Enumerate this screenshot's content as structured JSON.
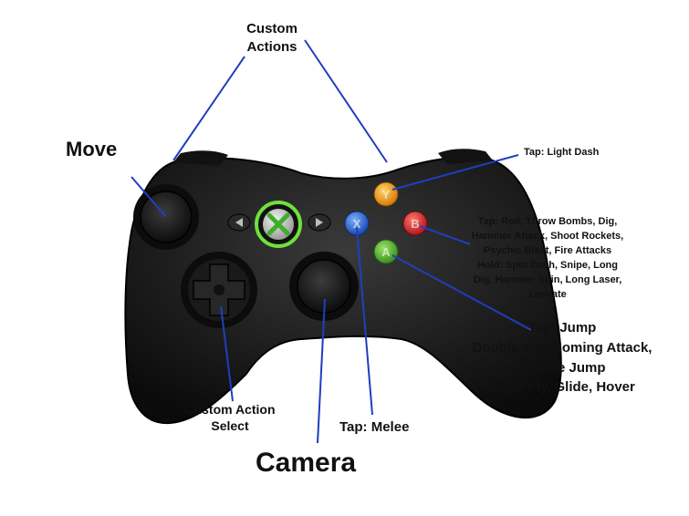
{
  "labels": {
    "custom_actions": [
      "Custom",
      "Actions"
    ],
    "move": "Move",
    "light_dash": "Tap: Light Dash",
    "b_button": [
      "Tap: Roll, Throw Bombs, Dig,",
      "Hammer Attack, Shoot Rockets,",
      "Psychic Blast, Fire Attacks",
      "Hold: Spin Dash, Snipe, Long",
      "Dig, Hammer Spin, Long Laser,",
      "Levitate"
    ],
    "a_button": [
      "Tap: Jump",
      "Double-tap: Homing Attack,",
      "Double Jump",
      "Hold: Fly, Glide, Hover"
    ],
    "custom_action_select": [
      "Custom Action",
      "Select"
    ],
    "melee": "Tap: Melee",
    "camera": "Camera"
  },
  "buttons": {
    "a": "A",
    "b": "B",
    "x": "X",
    "y": "Y"
  },
  "colors": {
    "line": "#1f3fbf",
    "body": "#1b1b1b",
    "guide_glow": "#6fe03a",
    "a": "#4caf2a",
    "b": "#d8232a",
    "x": "#1e63d6",
    "y": "#f29a12"
  }
}
